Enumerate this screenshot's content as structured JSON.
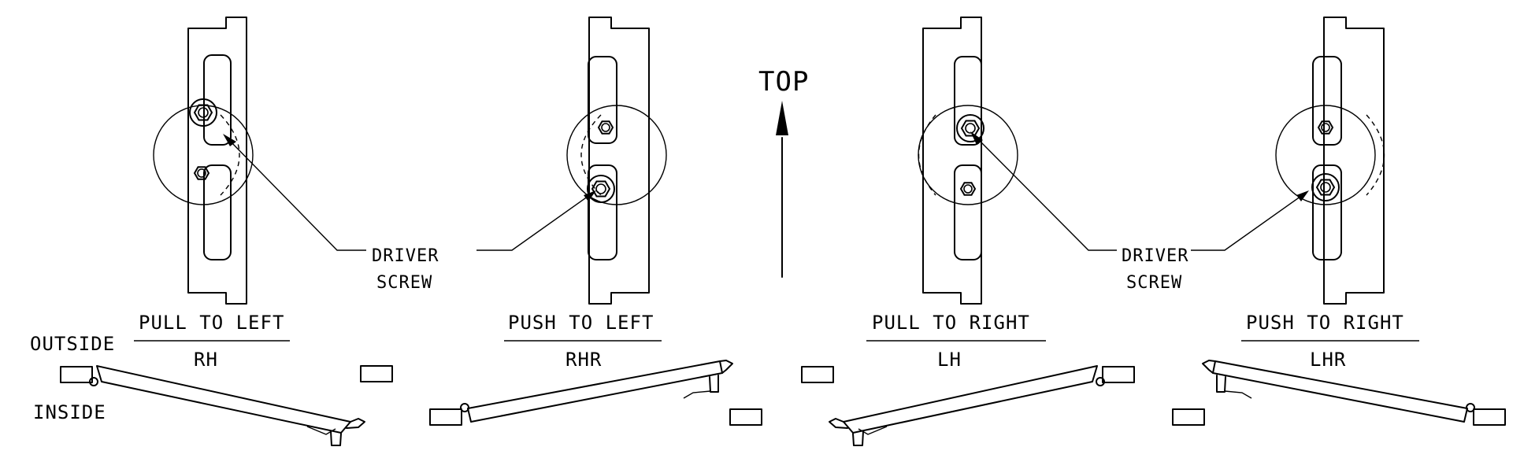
{
  "direction_label": "TOP",
  "callouts": [
    {
      "line1": "DRIVER",
      "line2": "SCREW"
    },
    {
      "line1": "DRIVER",
      "line2": "SCREW"
    }
  ],
  "configurations": [
    {
      "title": "PULL TO LEFT",
      "code": "RH"
    },
    {
      "title": "PUSH TO LEFT",
      "code": "RHR"
    },
    {
      "title": "PULL TO RIGHT",
      "code": "LH"
    },
    {
      "title": "PUSH TO RIGHT",
      "code": "LHR"
    }
  ],
  "side_labels": {
    "outside": "OUTSIDE",
    "inside": "INSIDE"
  }
}
